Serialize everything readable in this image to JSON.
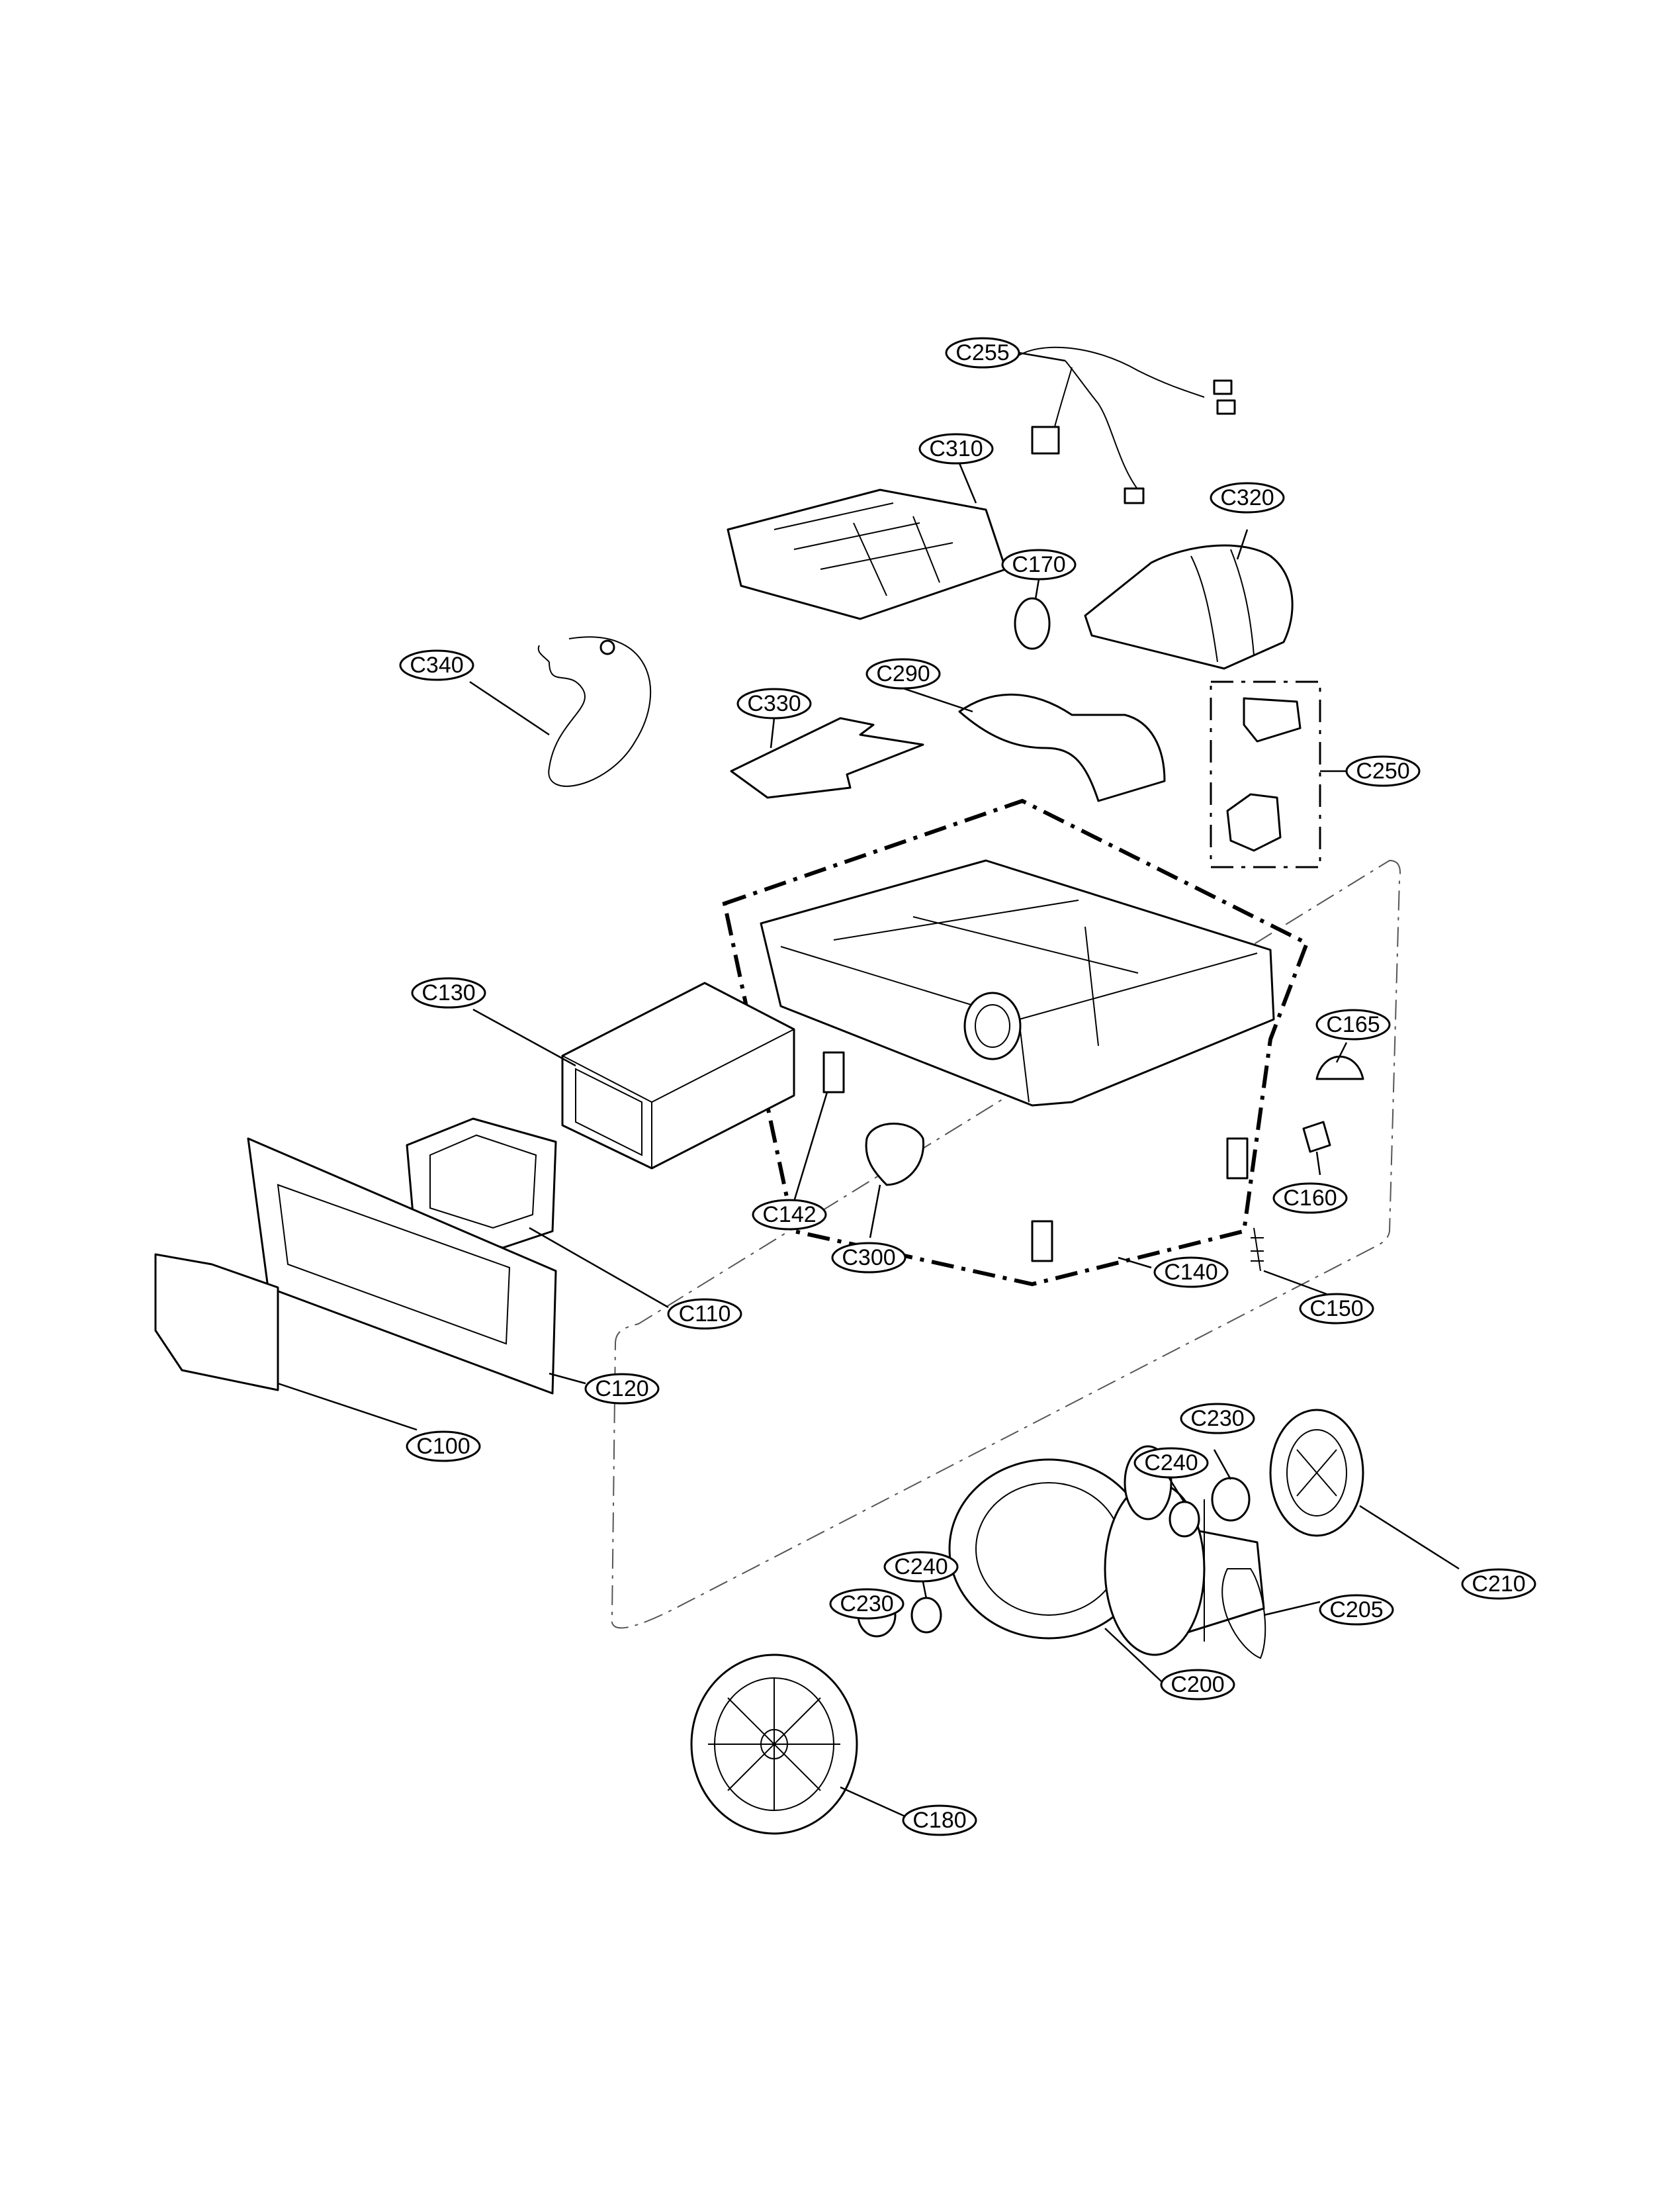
{
  "diagram": {
    "callouts": [
      {
        "id": "C255",
        "label": "C255"
      },
      {
        "id": "C310",
        "label": "C310"
      },
      {
        "id": "C320",
        "label": "C320"
      },
      {
        "id": "C170",
        "label": "C170"
      },
      {
        "id": "C340",
        "label": "C340"
      },
      {
        "id": "C330",
        "label": "C330"
      },
      {
        "id": "C290",
        "label": "C290"
      },
      {
        "id": "C250",
        "label": "C250"
      },
      {
        "id": "C130",
        "label": "C130"
      },
      {
        "id": "C165",
        "label": "C165"
      },
      {
        "id": "C142",
        "label": "C142"
      },
      {
        "id": "C160",
        "label": "C160"
      },
      {
        "id": "C300",
        "label": "C300"
      },
      {
        "id": "C140",
        "label": "C140"
      },
      {
        "id": "C150",
        "label": "C150"
      },
      {
        "id": "C110",
        "label": "C110"
      },
      {
        "id": "C120",
        "label": "C120"
      },
      {
        "id": "C100",
        "label": "C100"
      },
      {
        "id": "C230a",
        "label": "C230"
      },
      {
        "id": "C240a",
        "label": "C240"
      },
      {
        "id": "C210",
        "label": "C210"
      },
      {
        "id": "C205",
        "label": "C205"
      },
      {
        "id": "C240b",
        "label": "C240"
      },
      {
        "id": "C230b",
        "label": "C230"
      },
      {
        "id": "C200",
        "label": "C200"
      },
      {
        "id": "C180",
        "label": "C180"
      }
    ]
  }
}
